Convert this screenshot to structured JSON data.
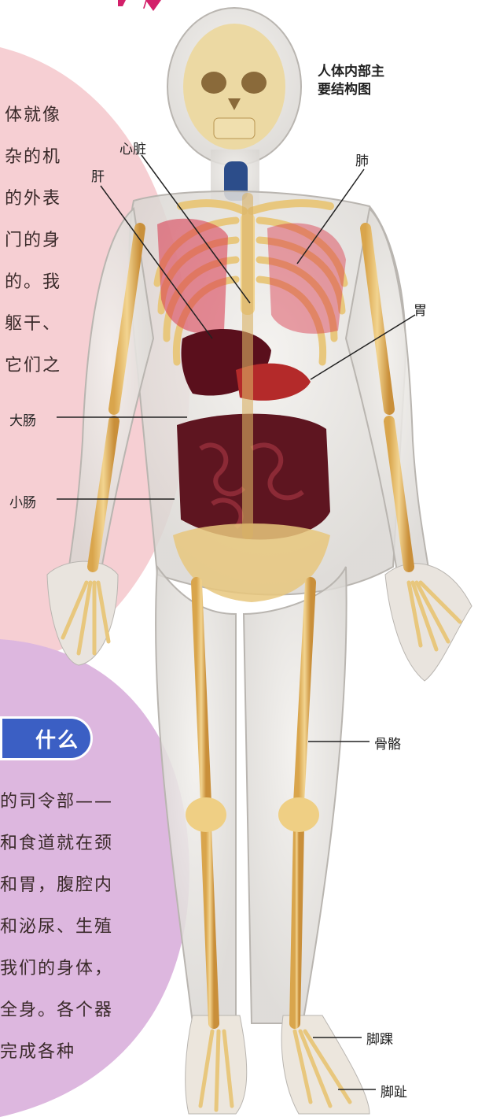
{
  "colors": {
    "pink_bubble": "#f6cfd3",
    "purple_bubble": "#ddb7df",
    "pill_blue": "#3b5fc4",
    "bone": "#e8bf6a",
    "organ_dark": "#6b1020"
  },
  "diagram": {
    "title_lines": [
      "人体内部主",
      "要结构图"
    ],
    "labels": {
      "heart": "心脏",
      "lung": "肺",
      "liver": "肝",
      "stomach": "胃",
      "large_intestine": "大肠",
      "small_intestine": "小肠",
      "bones": "骨骼",
      "ankle": "脚踝",
      "toes": "脚趾"
    }
  },
  "intro_text": {
    "lines": [
      "体就像",
      "杂的机",
      "的外表",
      "门的身",
      "的。我",
      "躯干、",
      "它们之"
    ]
  },
  "section": {
    "pill_label": "什么",
    "lines": [
      "的司令部——",
      "和食道就在颈",
      "和胃，腹腔内",
      "和泌尿、生殖",
      "我们的身体，",
      "全身。各个器",
      "完成各种"
    ]
  },
  "header_fragment": "/"
}
